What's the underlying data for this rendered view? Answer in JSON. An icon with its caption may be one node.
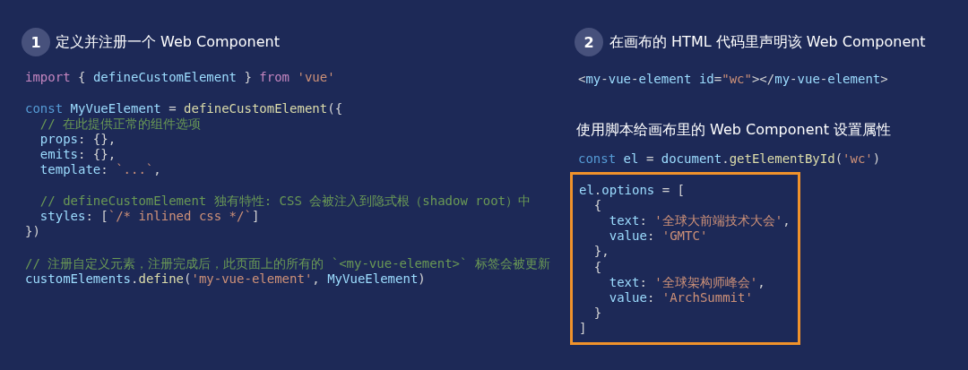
{
  "diagram": {
    "nodes": [
      {
        "text": [
          "1"
        ]
      },
      {
        "text": [
          "2"
        ]
      },
      {
        "text": [
          "el.options = [",
          "  {",
          "    text: '全球大前端技术大会',",
          "    value: 'GMTC'",
          "  },",
          "  {",
          "    text: '全球架构师峰会',",
          "    value: 'ArchSummit'",
          "  }",
          "]"
        ]
      }
    ],
    "labels": [
      "定义并注册一个 Web Component",
      "import { defineCustomElement } from 'vue'",
      "const MyVueElement = defineCustomElement({",
      "  // 在此提供正常的组件选项",
      "  props: {},",
      "  emits: {},",
      "  template: `...`,",
      "  // defineCustomElement 独有特性: CSS 会被注入到隐式根（shadow root）中",
      "  styles: [`/* inlined css */`]",
      "})",
      "// 注册自定义元素，注册完成后，此页面上的所有的 `<my-vue-element>` 标签会被更新",
      "customElements.define('my-vue-element', MyVueElement)",
      "在画布的 HTML 代码里声明该 Web Component",
      "<my-vue-element id=\"wc\"></my-vue-element>",
      "使用脚本给画布里的 Web Component 设置属性",
      "const el = document.getElementById('wc')"
    ]
  }
}
